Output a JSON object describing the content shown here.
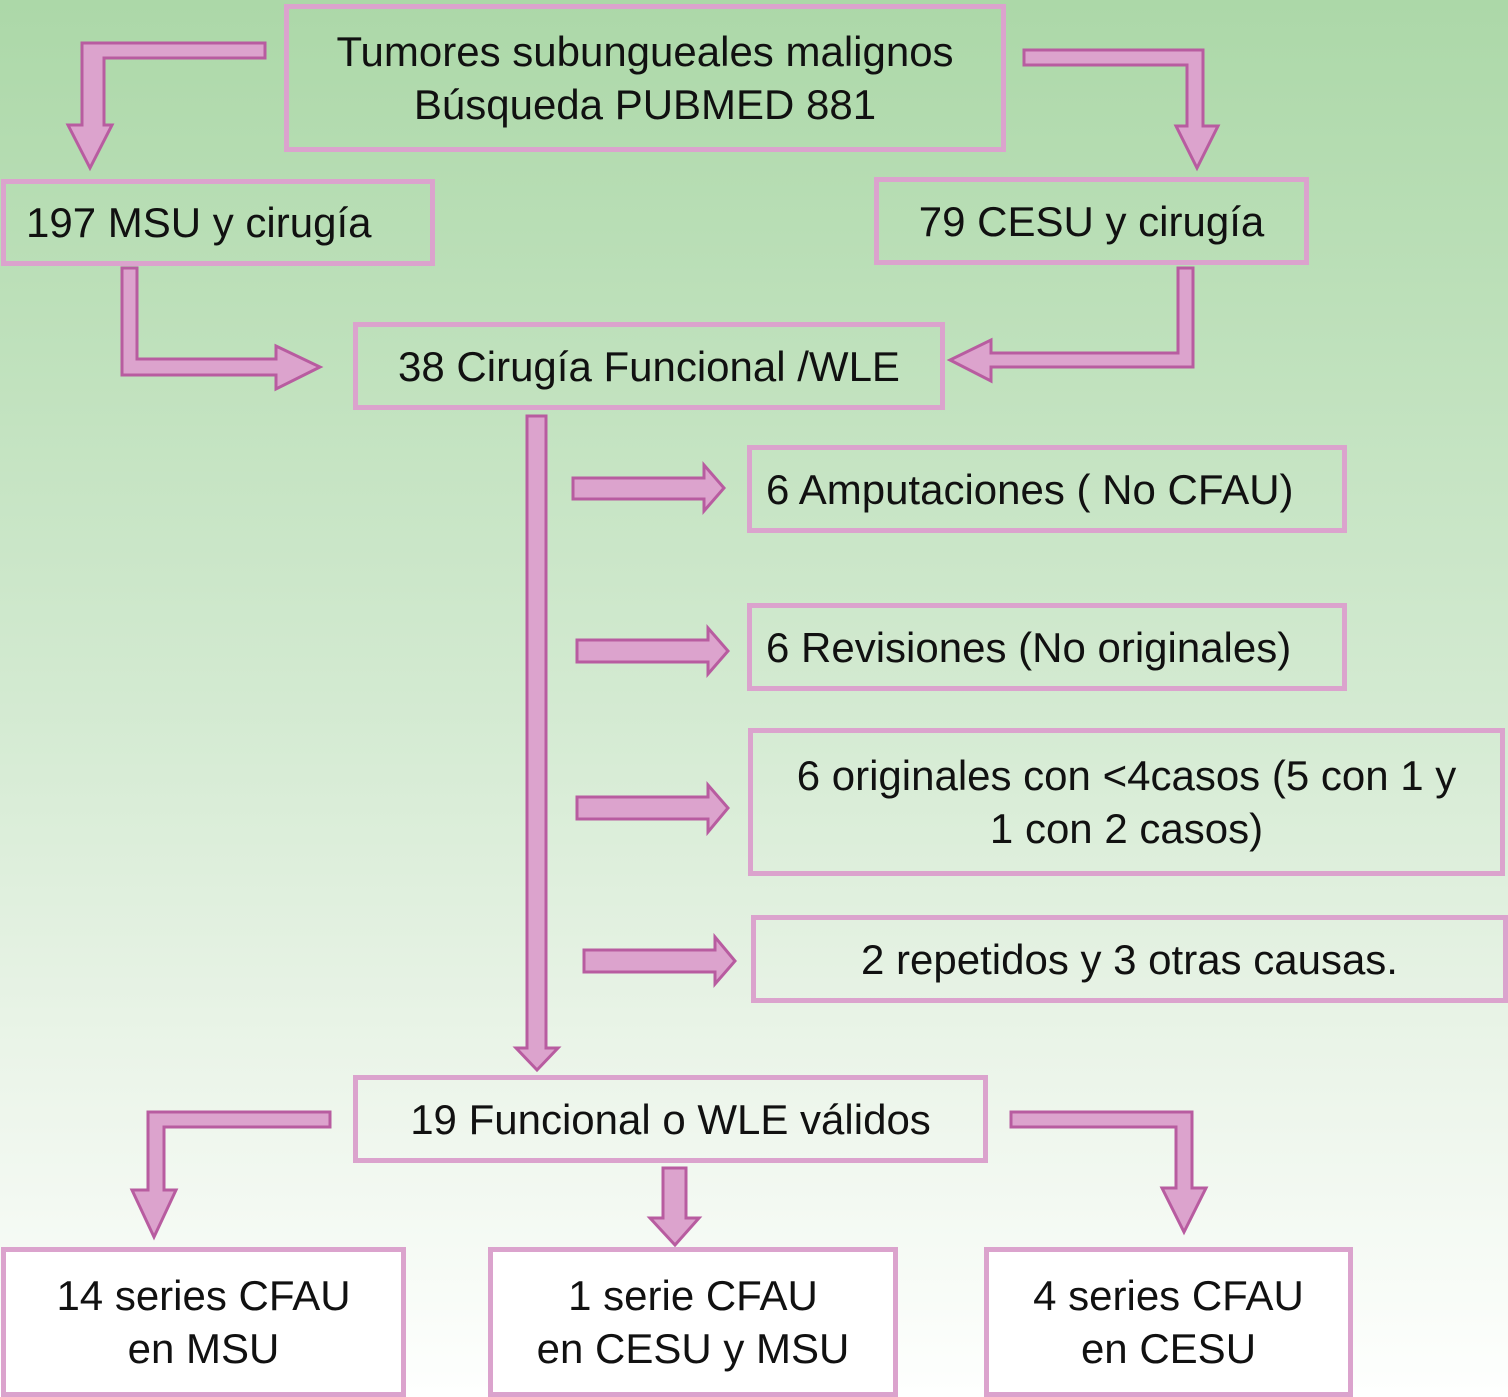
{
  "diagram": {
    "type": "flowchart",
    "colors": {
      "background_top": "#acd8a8",
      "background_bottom": "#fefffe",
      "box_border": "#dba3cd",
      "arrow_fill": "#dca3cd",
      "arrow_edge": "#b85ca0",
      "text": "#111111"
    },
    "nodes": {
      "search": "Tumores subungueales malignos\nBúsqueda PUBMED 881",
      "msu": "197 MSU y cirugía",
      "cesu": "79 CESU y cirugía",
      "functional": "38 Cirugía Funcional /WLE",
      "excl_amputations": "6 Amputaciones ( No CFAU)",
      "excl_reviews": "6 Revisiones (No originales)",
      "excl_small": "6 originales con <4casos (5 con 1 y\n1 con 2 casos)",
      "excl_other": "2 repetidos y 3 otras causas.",
      "valid": "19 Funcional o WLE válidos",
      "result_msu": "14 series CFAU\nen MSU",
      "result_both": "1 serie CFAU\nen CESU y MSU",
      "result_cesu": "4 series CFAU\nen CESU"
    },
    "edges": [
      {
        "from": "search",
        "to": "msu"
      },
      {
        "from": "search",
        "to": "cesu"
      },
      {
        "from": "msu",
        "to": "functional"
      },
      {
        "from": "cesu",
        "to": "functional"
      },
      {
        "from": "functional",
        "to": "excl_amputations"
      },
      {
        "from": "functional",
        "to": "excl_reviews"
      },
      {
        "from": "functional",
        "to": "excl_small"
      },
      {
        "from": "functional",
        "to": "excl_other"
      },
      {
        "from": "functional",
        "to": "valid"
      },
      {
        "from": "valid",
        "to": "result_msu"
      },
      {
        "from": "valid",
        "to": "result_both"
      },
      {
        "from": "valid",
        "to": "result_cesu"
      }
    ]
  }
}
